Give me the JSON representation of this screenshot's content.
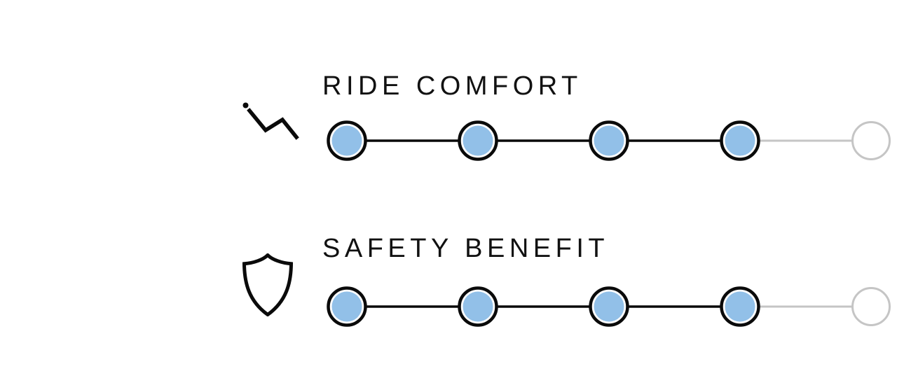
{
  "chart_data": {
    "type": "rating-dots",
    "title": "",
    "max_scale": 5,
    "categories": [
      "RIDE COMFORT",
      "SAFETY BENEFIT"
    ],
    "values": [
      4,
      4
    ],
    "legend_position": "none",
    "notes": "Each row: 5-step dot scale; filled dots count = rating value; remaining dots empty; connector between filled dots is black, connector to empty dot is gray"
  },
  "ratings": [
    {
      "label": "RIDE COMFORT",
      "value": 4,
      "max": 5,
      "icon": "recline-seat-icon"
    },
    {
      "label": "SAFETY BENEFIT",
      "value": 4,
      "max": 5,
      "icon": "shield-icon"
    }
  ],
  "colors": {
    "dot_fill_active": "#92c0e8",
    "dot_inner_gap": "#ffffff",
    "dot_ring_active": "#0a0a0a",
    "dot_ring_inactive": "#c5c5c5",
    "connector_active": "#0a0a0a",
    "connector_inactive": "#c5c5c5",
    "icon_stroke": "#0a0a0a",
    "title_text": "#111111",
    "background": "#ffffff"
  }
}
